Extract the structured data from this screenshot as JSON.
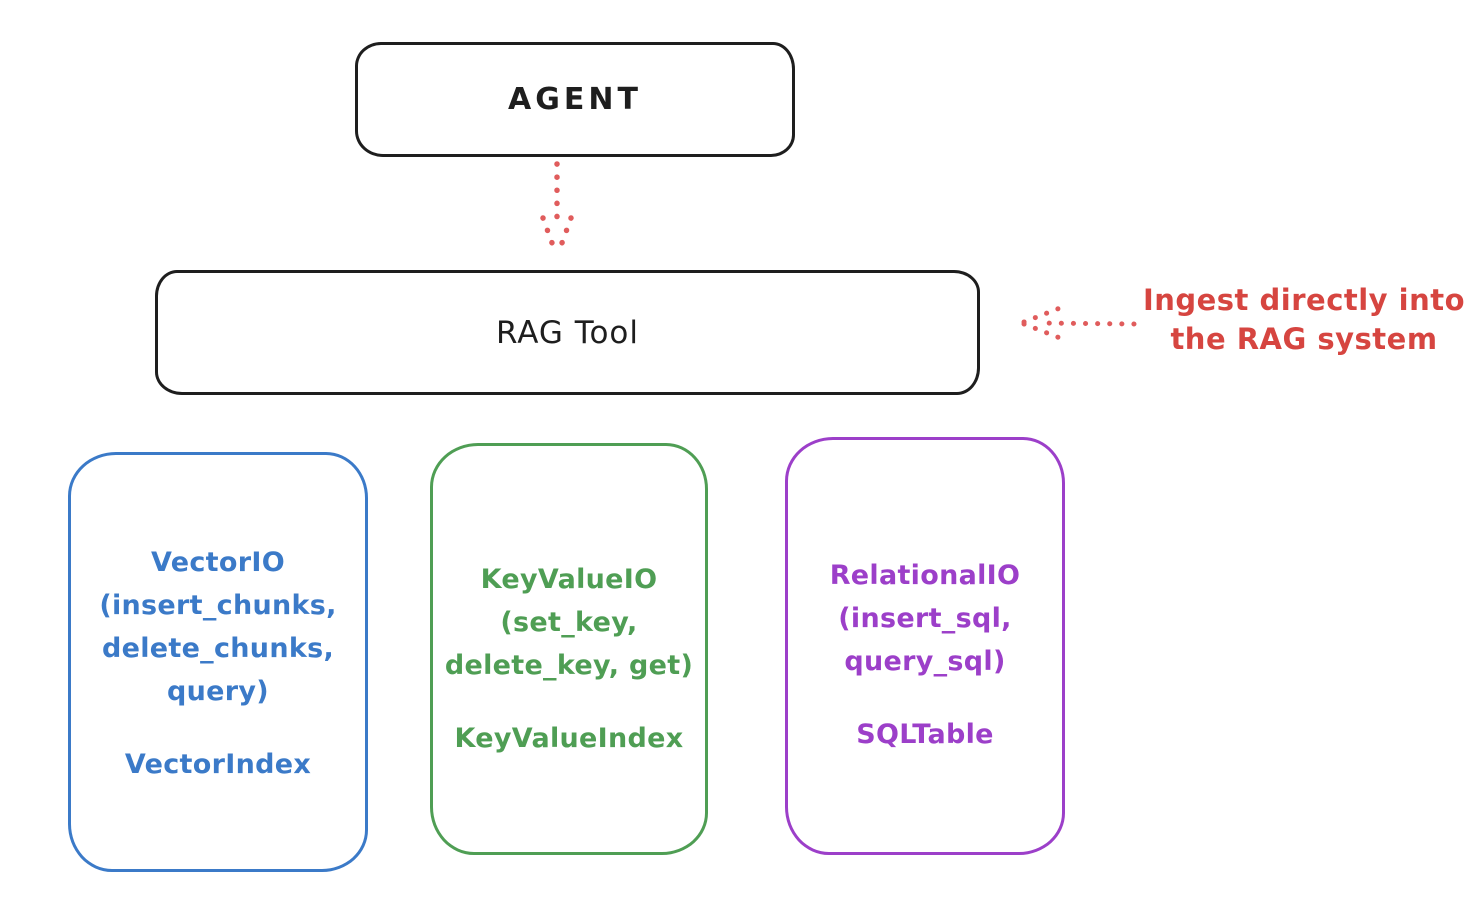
{
  "colors": {
    "background": "#ffffff",
    "ink": "#1e1e1e",
    "red_text": "#d64540",
    "red_arrow": "#e05c5c",
    "blue": "#3b7ac8",
    "green": "#4f9e54",
    "purple": "#9c3fc9"
  },
  "diagram": {
    "agent": {
      "label": "AGENT"
    },
    "rag_tool": {
      "label": "RAG Tool"
    },
    "annotation": {
      "lines": [
        "Ingest directly into",
        "the RAG system"
      ],
      "color": "#d64540"
    },
    "arrows": [
      {
        "name": "agent-to-rag-tool",
        "style": "dotted",
        "color": "#e05c5c",
        "direction": "down"
      },
      {
        "name": "annotation-to-rag-tool",
        "style": "dotted",
        "color": "#e05c5c",
        "direction": "left"
      }
    ],
    "backends": [
      {
        "id": "vector",
        "color": "#3b7ac8",
        "io_lines": [
          "VectorIO",
          "(insert_chunks,",
          "delete_chunks,",
          "query)"
        ],
        "index_label": "VectorIndex"
      },
      {
        "id": "keyvalue",
        "color": "#4f9e54",
        "io_lines": [
          "KeyValueIO",
          "(set_key,",
          "delete_key, get)"
        ],
        "index_label": "KeyValueIndex"
      },
      {
        "id": "relational",
        "color": "#9c3fc9",
        "io_lines": [
          "RelationalIO",
          "(insert_sql,",
          "query_sql)"
        ],
        "index_label": "SQLTable"
      }
    ]
  }
}
